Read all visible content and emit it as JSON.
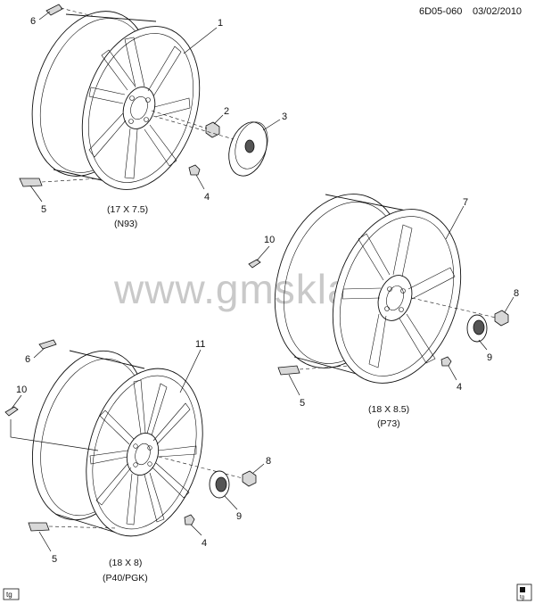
{
  "header": {
    "diagram_id": "6D05-060",
    "date": "03/02/2010"
  },
  "watermark": "www.gmsklad.ru",
  "footer": {
    "left_tag": "tg",
    "right_tag": "tg"
  },
  "callouts": {
    "n1": "1",
    "n2": "2",
    "n3": "3",
    "n4a": "4",
    "n5a": "5",
    "n6a": "6",
    "n7": "7",
    "n8a": "8",
    "n9a": "9",
    "n10a": "10",
    "n4b": "4",
    "n5b": "5",
    "n11": "11",
    "n6b": "6",
    "n10b": "10",
    "n8b": "8",
    "n9b": "9",
    "n4c": "4",
    "n5c": "5"
  },
  "wheels": {
    "top_left": {
      "size": "(17 X 7.5)",
      "code": "(N93)"
    },
    "right": {
      "size": "(18 X 8.5)",
      "code": "(P73)"
    },
    "bottom": {
      "size": "(18 X 8)",
      "code": "(P40/PGK)"
    }
  }
}
